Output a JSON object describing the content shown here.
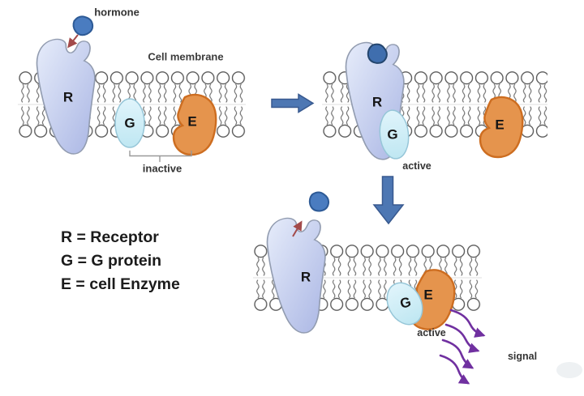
{
  "labels": {
    "hormone": "hormone",
    "cell_membrane": "Cell membrane",
    "inactive": "inactive",
    "active": "active",
    "signal": "signal"
  },
  "molecules": {
    "receptor": "R",
    "g_protein": "G",
    "enzyme": "E"
  },
  "legend": {
    "receptor": "R = Receptor",
    "g_protein": "G = G protein",
    "enzyme": "E = cell Enzyme"
  },
  "colors": {
    "receptor_fill_light": "#e6ecfa",
    "receptor_fill_dark": "#aab6e4",
    "receptor_stroke": "#929cb0",
    "hormone_fill": "#4a7cc0",
    "hormone_embedded_fill": "#3f6eae",
    "hormone_stroke": "#2d5a96",
    "g_protein_fill": "#d6f0f9",
    "g_protein_stroke": "#96c6d8",
    "enzyme_fill": "#e5944d",
    "enzyme_stroke": "#cd6d20",
    "membrane_stroke": "#5c5c5c",
    "block_arrow_fill": "#4d77b3",
    "block_arrow_stroke": "#38598f",
    "red_arrow": "#a34a4a",
    "signal_purple": "#7030a0",
    "label_color": "#333333"
  }
}
